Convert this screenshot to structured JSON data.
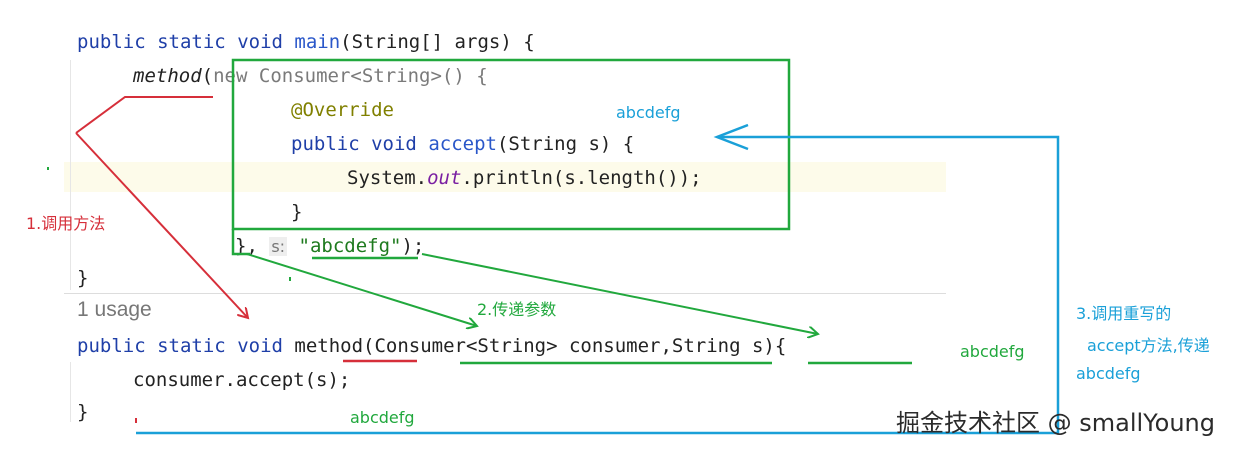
{
  "code": {
    "line1": {
      "kw1": "public",
      "kw2": "static",
      "kw3": "void",
      "fn": "main",
      "params": "(String[] args) {"
    },
    "line2": {
      "call": "method",
      "open": "(",
      "new": "new",
      "type": "Consumer<String>() {"
    },
    "line3": {
      "annotation": "@Override"
    },
    "line4": {
      "kw1": "public",
      "kw2": "void",
      "fn": "accept",
      "params": "(String s) {"
    },
    "line5": {
      "obj": "System.",
      "field": "out",
      "rest": ".println(s.length());"
    },
    "line6": {
      "brace": "}"
    },
    "line7": {
      "close": "},",
      "hint": "s:",
      "arg": "\"abcdefg\"",
      "end": ");"
    },
    "line8": {
      "brace": "}"
    },
    "usage": "1 usage",
    "line9": {
      "kw1": "public",
      "kw2": "static",
      "kw3": "void",
      "fn": "method",
      "params": "(Consumer<String> consumer,String s){"
    },
    "line10": {
      "stmt": "consumer.accept(s);"
    },
    "line11": {
      "brace": "}"
    }
  },
  "annotations": {
    "step1": "1.调用方法",
    "step2": "2.传递参数",
    "step3_line1": "3.调用重写的",
    "step3_line2": "accept方法,传递",
    "step3_line3": "abcdefg",
    "value_top": "abcdefg",
    "value_right": "abcdefg",
    "value_bottom": "abcdefg"
  },
  "watermark": "掘金技术社区 @ smallYoung",
  "colors": {
    "red": "#d62f3a",
    "green": "#21a83d",
    "blue": "#1aa0d8"
  }
}
